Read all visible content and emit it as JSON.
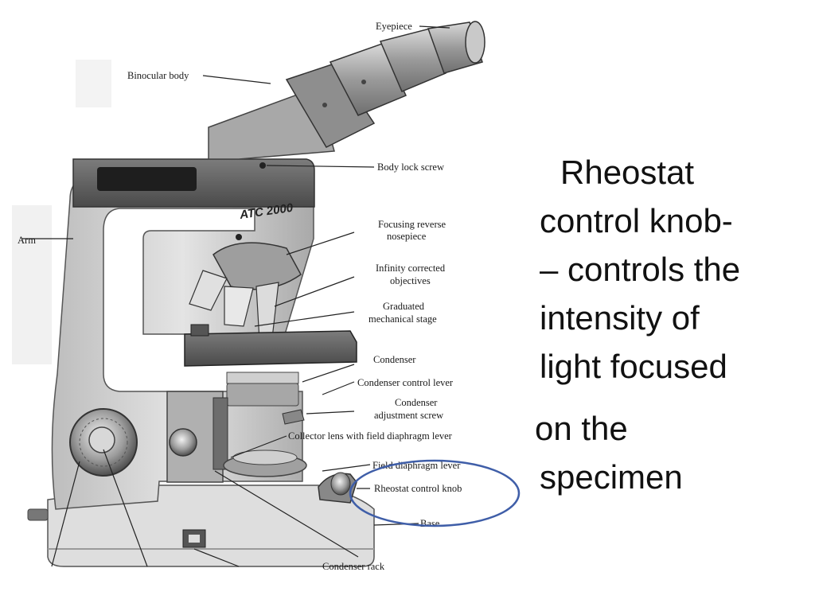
{
  "diagram": {
    "brand_text": "ATC 2000",
    "labels": {
      "eyepiece": "Eyepiece",
      "binocular_body": "Binocular body",
      "body_lock_screw": "Body lock screw",
      "arm": "Arm",
      "nosepiece_1": "Focusing reverse",
      "nosepiece_2": "nosepiece",
      "objectives_1": "Infinity corrected",
      "objectives_2": "objectives",
      "stage_1": "Graduated",
      "stage_2": "mechanical stage",
      "condenser": "Condenser",
      "condenser_lever": "Condenser control lever",
      "adjustment_1": "Condenser",
      "adjustment_2": "adjustment screw",
      "collector": "Collector lens with field diaphragm lever",
      "field_diaphragm": "Field diaphragm lever",
      "rheostat": "Rheostat control knob",
      "base": "Base",
      "condenser_rack": "Condenser rack"
    },
    "highlight_color": "#3f5ea8"
  },
  "slide_text": {
    "line1": "Rheostat",
    "line2": "control knob-",
    "line3": "– controls the",
    "line4": "intensity of",
    "line5": "light focused",
    "line6": "on the",
    "line7": "specimen"
  }
}
